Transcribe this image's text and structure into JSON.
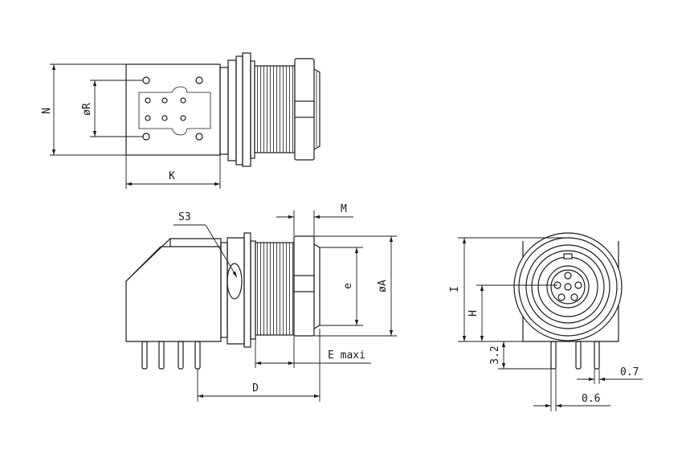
{
  "labels": {
    "N": "N",
    "R": "øR",
    "K": "K",
    "S3": "S3",
    "M": "M",
    "e": "e",
    "A": "øA",
    "E": "E maxi",
    "D": "D",
    "I": "I",
    "H": "H",
    "v32": "3.2",
    "v07": "0.7",
    "v06": "0.6"
  },
  "colors": {
    "line": "#1a1a1a",
    "background": "#ffffff"
  }
}
